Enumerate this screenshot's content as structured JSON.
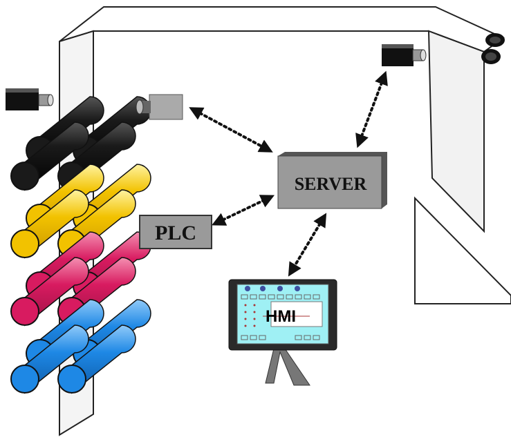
{
  "nodes": {
    "server": {
      "label": "SERVER"
    },
    "plc": {
      "label": "PLC"
    },
    "hmi": {
      "label": "HMI"
    }
  },
  "connections": [
    {
      "from": "camera",
      "to": "server"
    },
    {
      "from": "camera",
      "to": "server"
    },
    {
      "from": "plc",
      "to": "server"
    },
    {
      "from": "server",
      "to": "hmi"
    }
  ],
  "rollers": {
    "colors": [
      "#1a1a1a",
      "#f2c200",
      "#d81b60",
      "#1e88e5"
    ]
  },
  "icons": [
    "camera-icon",
    "camera-icon",
    "camera-icon",
    "hmi-monitor-icon"
  ]
}
